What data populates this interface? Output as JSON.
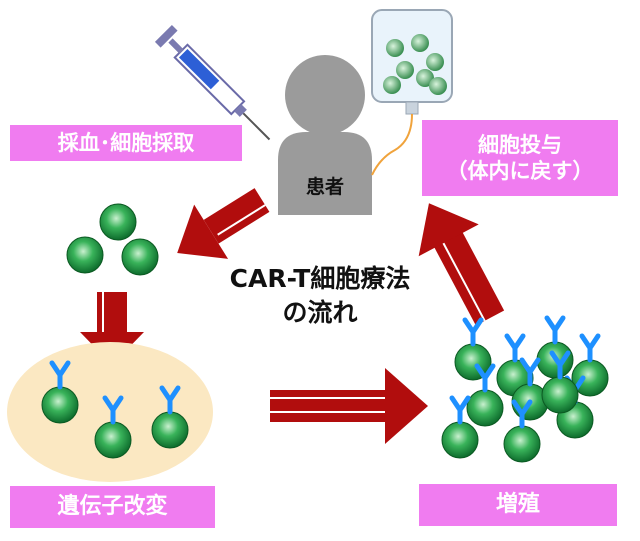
{
  "labels": {
    "collection": "採血･細胞採取",
    "administration_line1": "細胞投与",
    "administration_line2": "（体内に戻す）",
    "modification": "遺伝子改変",
    "expansion": "増殖"
  },
  "patient_label": "患者",
  "center_title": {
    "line1": "CAR-T細胞療法",
    "line2": "の流れ"
  },
  "colors": {
    "label_bg": "#f07cf0",
    "arrow": "#b10d0d",
    "cell_green": "#1f9e4a",
    "receptor_blue": "#1e90ff",
    "person_gray": "#9b9b9b",
    "ellipse_bg": "#fbe8c2"
  }
}
